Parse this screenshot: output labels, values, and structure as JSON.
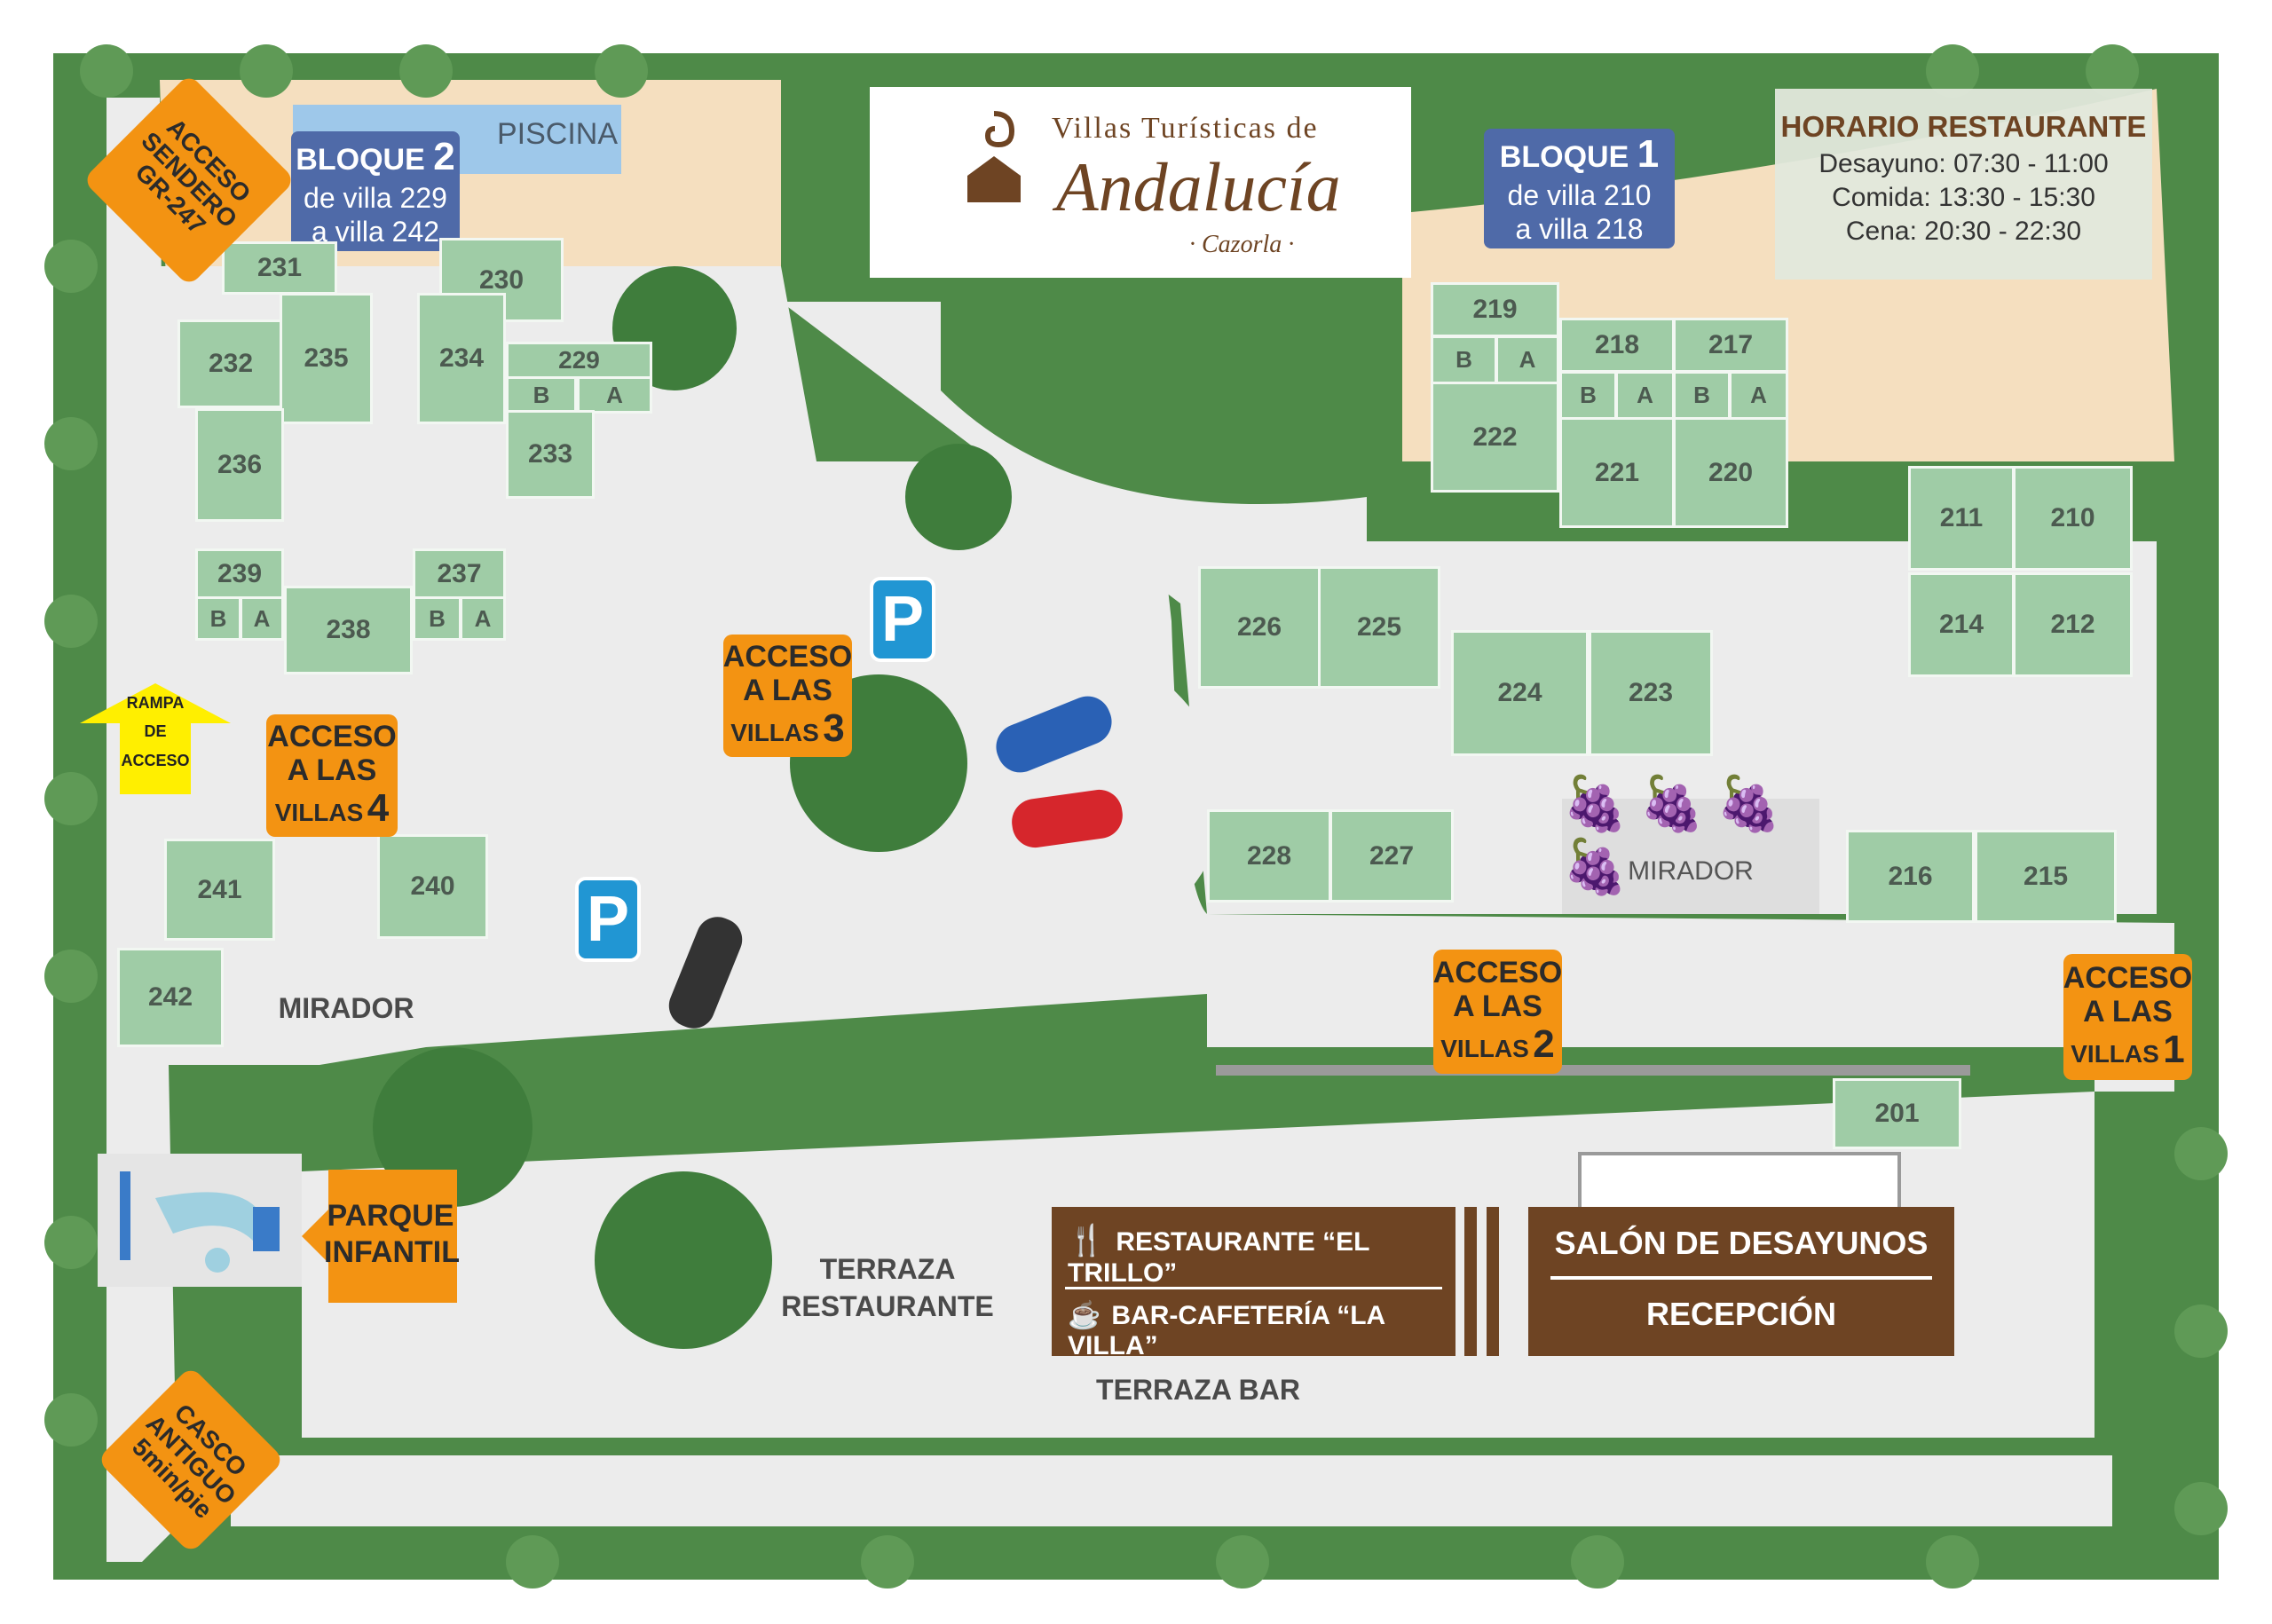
{
  "brand": {
    "line1": "Villas Turísticas de",
    "line2": "Andalucía",
    "line3": "· Cazorla ·",
    "color": "#6e4423"
  },
  "horario": {
    "title": "HORARIO RESTAURANTE",
    "desayuno": "Desayuno: 07:30 - 11:00",
    "comida": "Comida: 13:30 - 15:30",
    "cena": "Cena: 20:30 - 22:30"
  },
  "bloques": {
    "b2": {
      "word": "BLOQUE",
      "num": "2",
      "l2": "de villa 229",
      "l3": "a villa 242"
    },
    "b1": {
      "word": "BLOQUE",
      "num": "1",
      "l2": "de villa 210",
      "l3": "a villa 218"
    }
  },
  "access": {
    "sendero": [
      "ACCESO",
      "SENDERO",
      "GR-247"
    ],
    "villas4": {
      "l1": "ACCESO",
      "l2": "A LAS",
      "l3": "VILLAS",
      "num": "4"
    },
    "villas3": {
      "l1": "ACCESO",
      "l2": "A LAS",
      "l3": "VILLAS",
      "num": "3"
    },
    "villas2": {
      "l1": "ACCESO",
      "l2": "A LAS",
      "l3": "VILLAS",
      "num": "2"
    },
    "villas1": {
      "l1": "ACCESO",
      "l2": "A LAS",
      "l3": "VILLAS",
      "num": "1"
    },
    "rampa": [
      "RAMPA",
      "DE",
      "ACCESO"
    ],
    "parque": [
      "PARQUE",
      "INFANTIL"
    ],
    "casco": [
      "CASCO",
      "ANTIGUO",
      "5min/pie"
    ]
  },
  "places": {
    "piscina": "PISCINA",
    "mirador_left": "MIRADOR",
    "mirador_right": "MIRADOR",
    "terraza_restaurante_1": "TERRAZA",
    "terraza_restaurante_2": "RESTAURANTE",
    "terraza_bar": "TERRAZA BAR",
    "restaurante": "RESTAURANTE “EL TRILLO”",
    "bar": "BAR-CAFETERÍA “LA VILLA”",
    "salon": "SALÓN DE DESAYUNOS",
    "recepcion": "RECEPCIÓN",
    "parking_symbol": "P"
  },
  "villas": {
    "v231": "231",
    "v230": "230",
    "v232": "232",
    "v235": "235",
    "v234": "234",
    "v229": "229",
    "v233": "233",
    "v236": "236",
    "v239": "239",
    "v238": "238",
    "v237": "237",
    "v241": "241",
    "v240": "240",
    "v242": "242",
    "v219": "219",
    "v218": "218",
    "v217": "217",
    "v222": "222",
    "v221": "221",
    "v220": "220",
    "v211": "211",
    "v210": "210",
    "v214": "214",
    "v212": "212",
    "v226": "226",
    "v225": "225",
    "v224": "224",
    "v223": "223",
    "v228": "228",
    "v227": "227",
    "v216": "216",
    "v215": "215",
    "v201": "201",
    "a": "A",
    "b": "B"
  },
  "colors": {
    "villa": "#9fcca6",
    "tree": "#3f7d3c",
    "road": "#ececec",
    "sand": "#f5dfbf",
    "orange": "#f39312",
    "bloque": "#4f6aa8",
    "parking": "#2196d3",
    "rampa": "#ffef00",
    "building": "#6e4423"
  }
}
